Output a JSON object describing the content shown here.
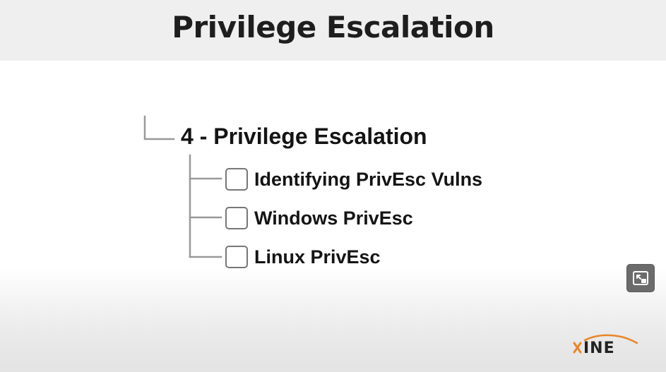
{
  "slide": {
    "title": "Privilege Escalation"
  },
  "tree": {
    "heading": "4 - Privilege Escalation",
    "items": [
      {
        "label": "Identifying PrivEsc Vulns",
        "checked": false
      },
      {
        "label": "Windows PrivEsc",
        "checked": false
      },
      {
        "label": "Linux PrivEsc",
        "checked": false
      }
    ]
  },
  "controls": {
    "pip_icon": "picture-in-picture-icon"
  },
  "branding": {
    "logo_text": "INE",
    "logo_color": "#222222",
    "logo_accent_color": "#e8862a"
  },
  "colors": {
    "title_bar": "#efefef",
    "text": "#141414",
    "tree_line": "#999999",
    "checkbox_border": "#777777",
    "button_bg": "#6b6b6b"
  }
}
